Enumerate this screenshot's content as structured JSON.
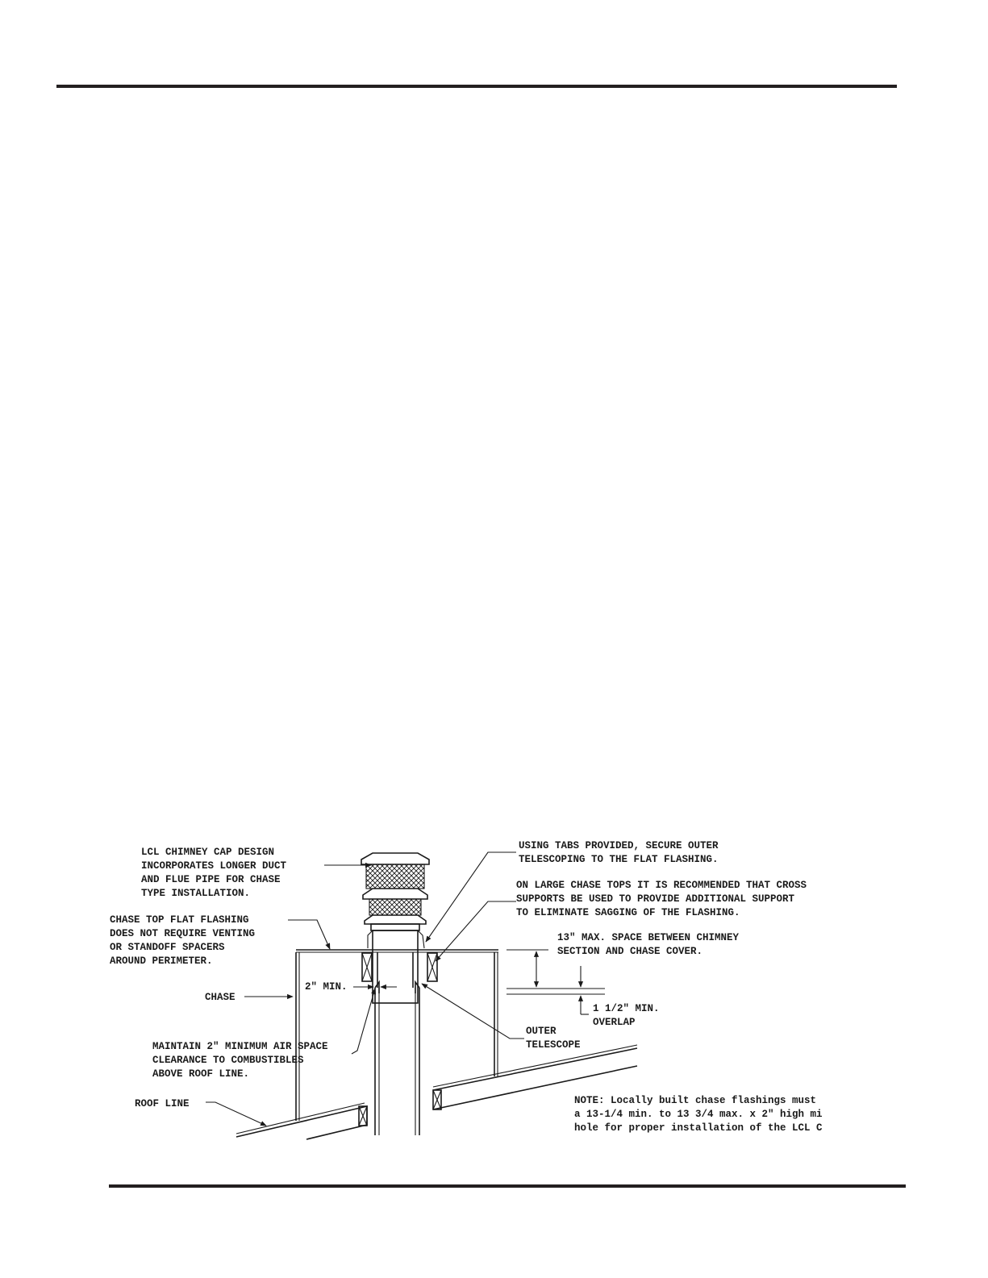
{
  "labels": {
    "chimney_cap": [
      "LCL CHIMNEY CAP DESIGN",
      "INCORPORATES LONGER DUCT",
      "AND FLUE PIPE FOR CHASE",
      "TYPE INSTALLATION."
    ],
    "flat_flashing": [
      "CHASE TOP FLAT FLASHING",
      "DOES NOT REQUIRE VENTING",
      "OR STANDOFF SPACERS",
      "AROUND PERIMETER."
    ],
    "chase": "CHASE",
    "two_inch_min": "2\" MIN.",
    "air_space": [
      "MAINTAIN 2\" MINIMUM AIR SPACE",
      "CLEARANCE TO COMBUSTIBLES",
      "ABOVE ROOF LINE."
    ],
    "roof_line": "ROOF LINE",
    "tabs": [
      "USING TABS PROVIDED, SECURE OUTER",
      "TELESCOPING TO THE FLAT FLASHING."
    ],
    "cross_supports": [
      "ON LARGE CHASE TOPS IT IS RECOMMENDED THAT CROSS",
      "SUPPORTS BE USED TO PROVIDE ADDITIONAL SUPPORT",
      "TO ELIMINATE SAGGING OF THE FLASHING."
    ],
    "max_space": [
      "13\" MAX. SPACE BETWEEN CHIMNEY",
      "SECTION AND CHASE COVER."
    ],
    "overlap": [
      "1 1/2\" MIN.",
      "OVERLAP"
    ],
    "outer_telescope": [
      "OUTER",
      "TELESCOPE"
    ],
    "note": [
      "NOTE: Locally built chase flashings must",
      "a 13-1/4 min. to 13 3/4 max. x 2\" high mi",
      "hole for proper installation of the LCL C"
    ]
  }
}
